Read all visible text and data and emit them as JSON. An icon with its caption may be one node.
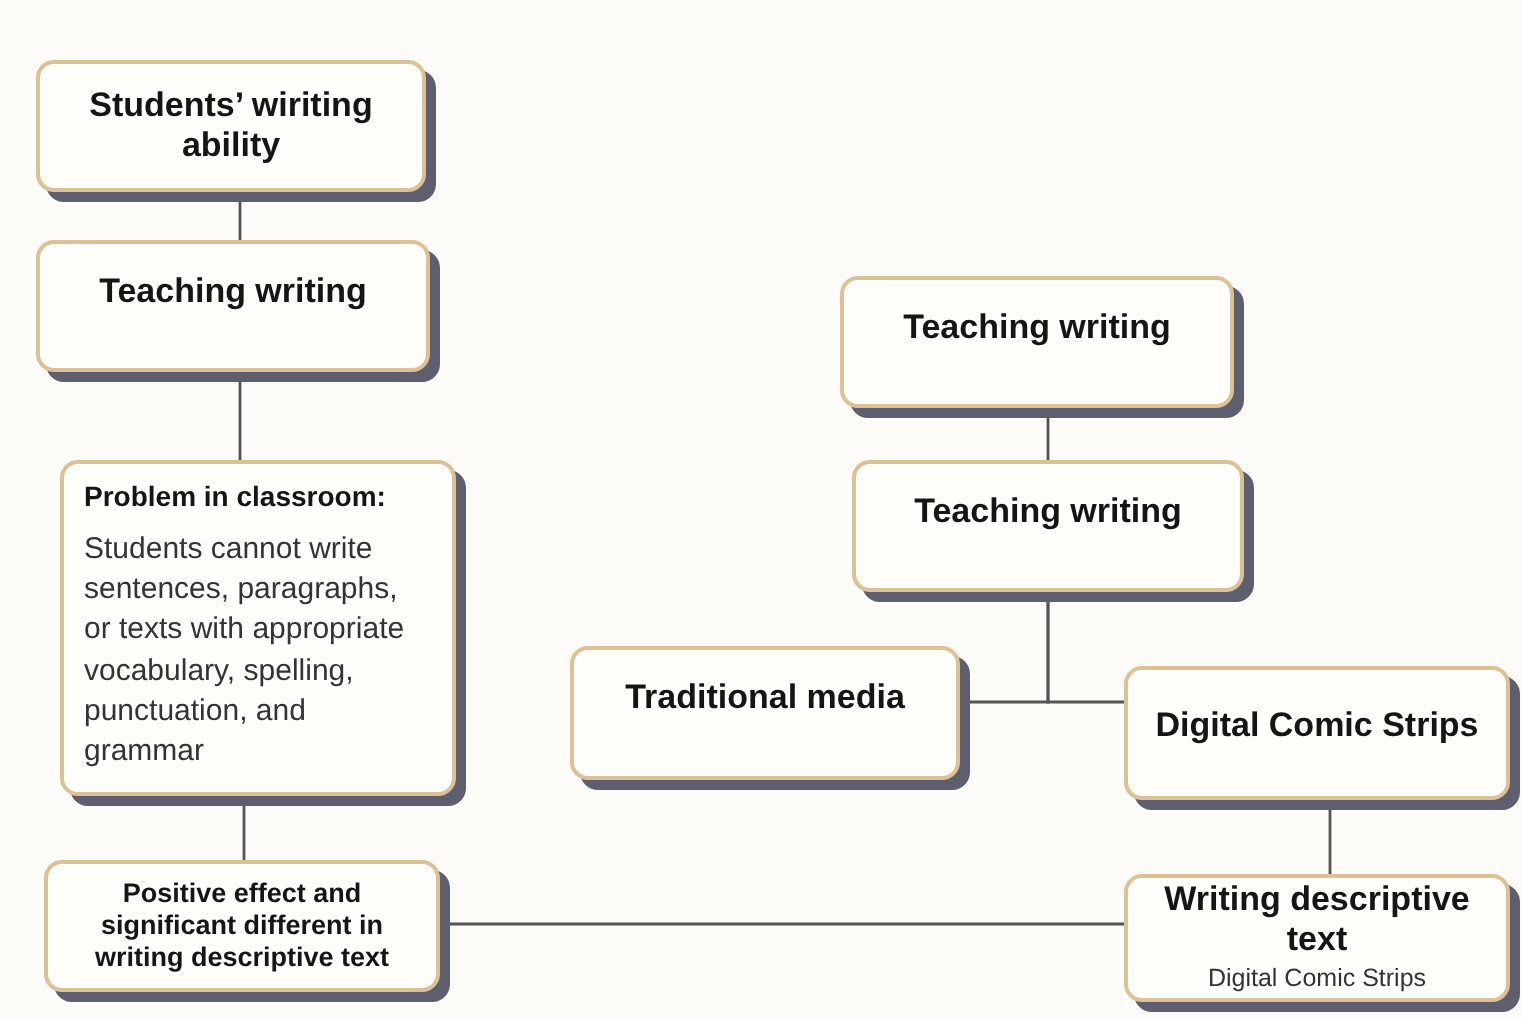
{
  "diagram": {
    "nodes": [
      {
        "text": [
          "Students’ wiriting ability"
        ]
      },
      {
        "text": [
          "Teaching writing"
        ]
      },
      {
        "text": [
          "Problem in classroom:",
          "Students cannot write sentences, paragraphs, or texts with appropriate vocabulary, spelling, punctuation, and grammar"
        ]
      },
      {
        "text": [
          "Positive effect and significant different in writing descriptive text"
        ]
      },
      {
        "text": [
          "Teaching writing"
        ]
      },
      {
        "text": [
          "Teaching writing"
        ]
      },
      {
        "text": [
          "Traditional media"
        ]
      },
      {
        "text": [
          "Digital Comic Strips"
        ]
      },
      {
        "text": [
          "Writing descriptive text",
          "Digital Comic Strips"
        ]
      }
    ],
    "edges": [
      {
        "from": 0,
        "to": 1,
        "arrow": "none"
      },
      {
        "from": 1,
        "to": 2,
        "arrow": "none"
      },
      {
        "from": 2,
        "to": 3,
        "arrow": "none"
      },
      {
        "from": 4,
        "to": 5,
        "arrow": "none"
      },
      {
        "from": 5,
        "to": 6,
        "arrow": "none"
      },
      {
        "from": 5,
        "to": 7,
        "arrow": "none"
      },
      {
        "from": 7,
        "to": 8,
        "arrow": "none"
      },
      {
        "from": 3,
        "to": 8,
        "arrow": "none"
      }
    ]
  }
}
